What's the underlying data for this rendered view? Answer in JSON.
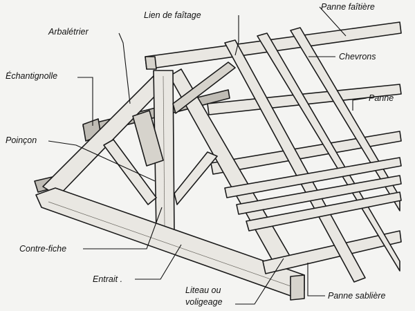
{
  "labels": {
    "panne_faitiere": "Panne faîtière",
    "lien_de_faitage": "Lien de faîtage",
    "arbaletrier": "Arbalétrier",
    "chevrons": "Chevrons",
    "echantignolle": "Échantignolle",
    "panne": "Panne",
    "poincon": "Poinçon",
    "contre_fiche": "Contre-fiche",
    "entrait": "Entrait .",
    "liteau_line1": "Liteau ou",
    "liteau_line2": "voligeage",
    "panne_sabliere": "Panne sablière"
  }
}
